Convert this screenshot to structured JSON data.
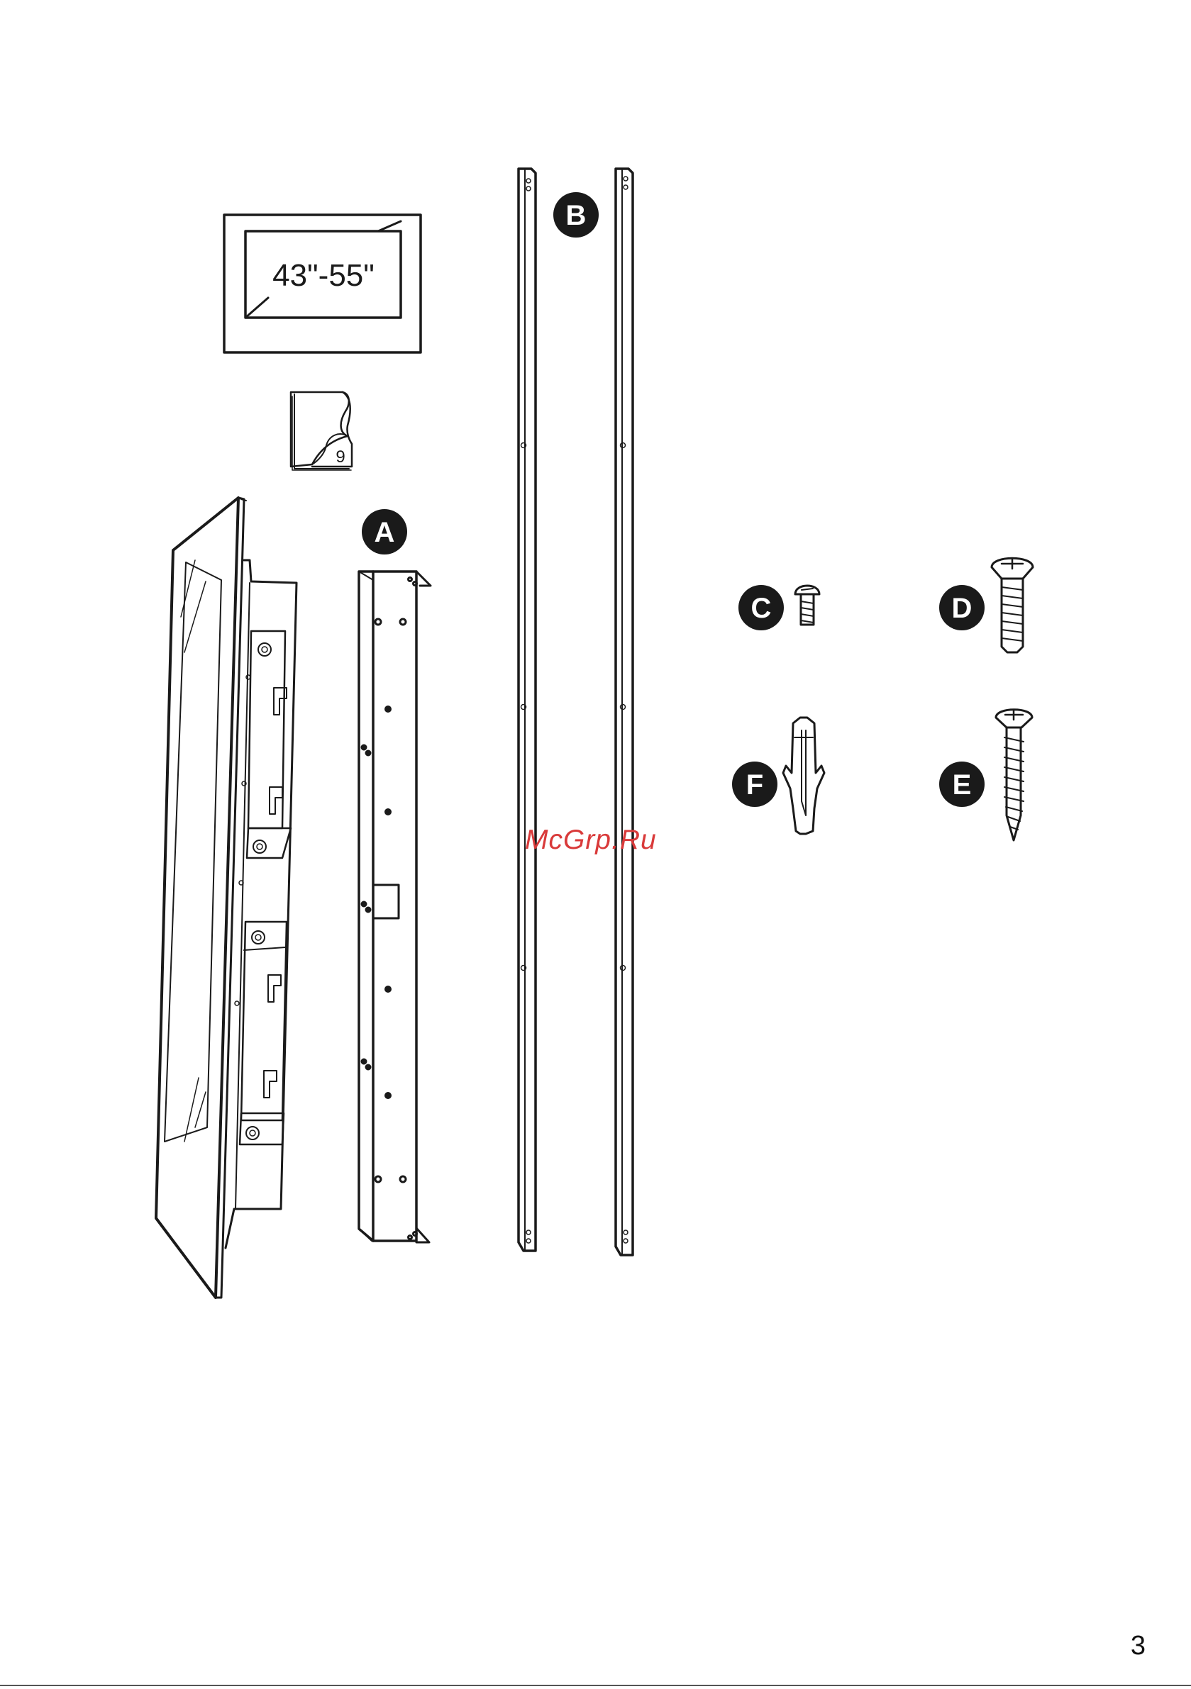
{
  "page": {
    "number": "3",
    "watermark": "McGrp.Ru"
  },
  "tv_size_box": {
    "label": "43\"-55\""
  },
  "leaflet_icon": {
    "number": "9"
  },
  "parts": [
    {
      "letter": "A",
      "name": "wall plate"
    },
    {
      "letter": "B",
      "name": "vertical rails"
    },
    {
      "letter": "C",
      "name": "small screw"
    },
    {
      "letter": "D",
      "name": "machine screw"
    },
    {
      "letter": "E",
      "name": "wood screw"
    },
    {
      "letter": "F",
      "name": "wall plug"
    }
  ],
  "colors": {
    "ink": "#1a1a1a",
    "watermark": "#d93a3a",
    "background": "#ffffff"
  }
}
